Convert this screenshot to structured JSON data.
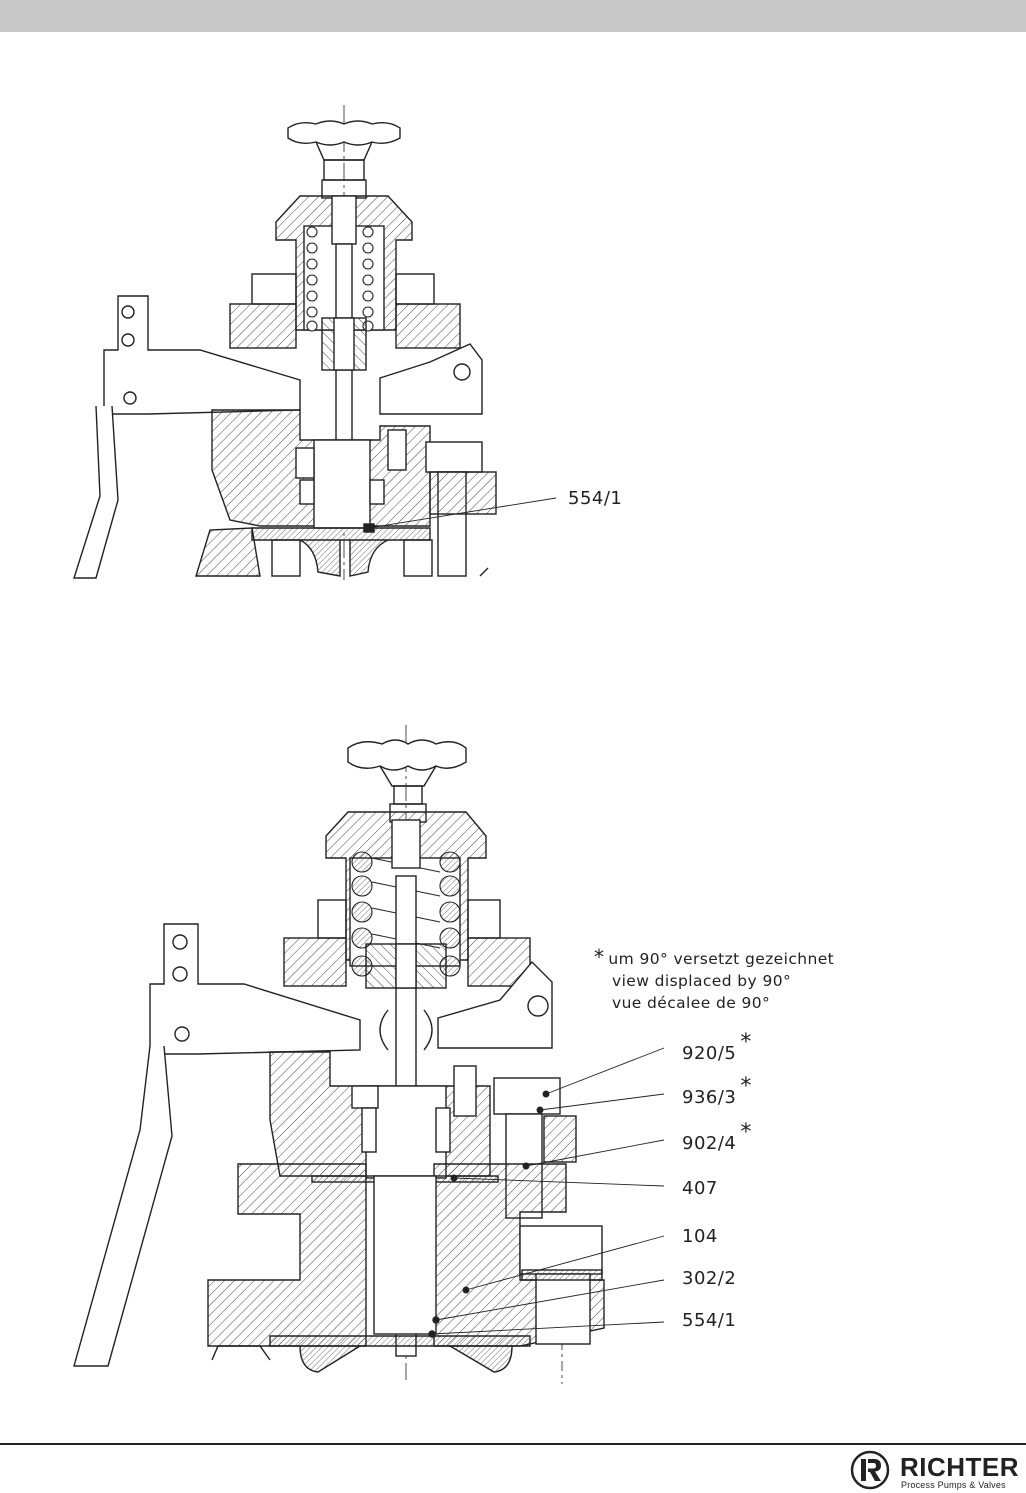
{
  "figure_top": {
    "labels": [
      {
        "id": "554-1",
        "text": "554/1",
        "has_star": false
      }
    ]
  },
  "figure_bottom": {
    "note": {
      "symbol": "*",
      "lines": [
        "um 90° versetzt gezeichnet",
        "view displaced by 90°",
        "vue décalee de 90°"
      ]
    },
    "labels": [
      {
        "id": "920-5",
        "text": "920/5",
        "has_star": true
      },
      {
        "id": "936-3",
        "text": "936/3",
        "has_star": true
      },
      {
        "id": "902-4",
        "text": "902/4",
        "has_star": true
      },
      {
        "id": "407",
        "text": "407",
        "has_star": false
      },
      {
        "id": "104",
        "text": "104",
        "has_star": false
      },
      {
        "id": "302-2",
        "text": "302/2",
        "has_star": false
      },
      {
        "id": "554-1b",
        "text": "554/1",
        "has_star": false
      }
    ],
    "star_symbol": "*"
  },
  "logo": {
    "name": "RICHTER",
    "tagline": "Process Pumps & Valves",
    "mark_letter": "R"
  }
}
